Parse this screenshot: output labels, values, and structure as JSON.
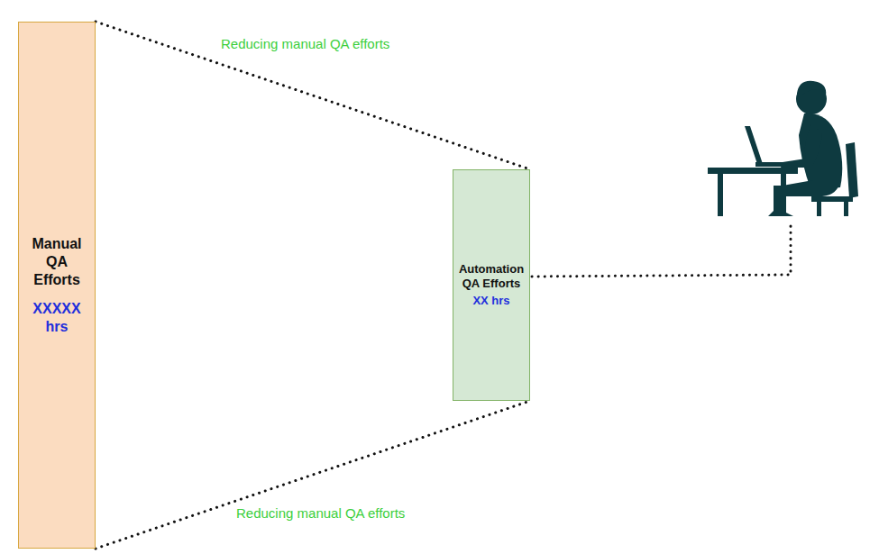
{
  "diagram": {
    "nodes": [
      {
        "text": [
          "Manual QA Efforts",
          "XXXXX hrs"
        ]
      },
      {
        "text": [
          "Automation QA Efforts",
          "XX hrs"
        ]
      }
    ],
    "edges": [
      {
        "from": 0,
        "to": 1,
        "arrow": "none",
        "label": "Reducing manual QA efforts"
      },
      {
        "from": 0,
        "to": 1,
        "arrow": "none",
        "label": "Reducing manual QA efforts"
      }
    ]
  }
}
